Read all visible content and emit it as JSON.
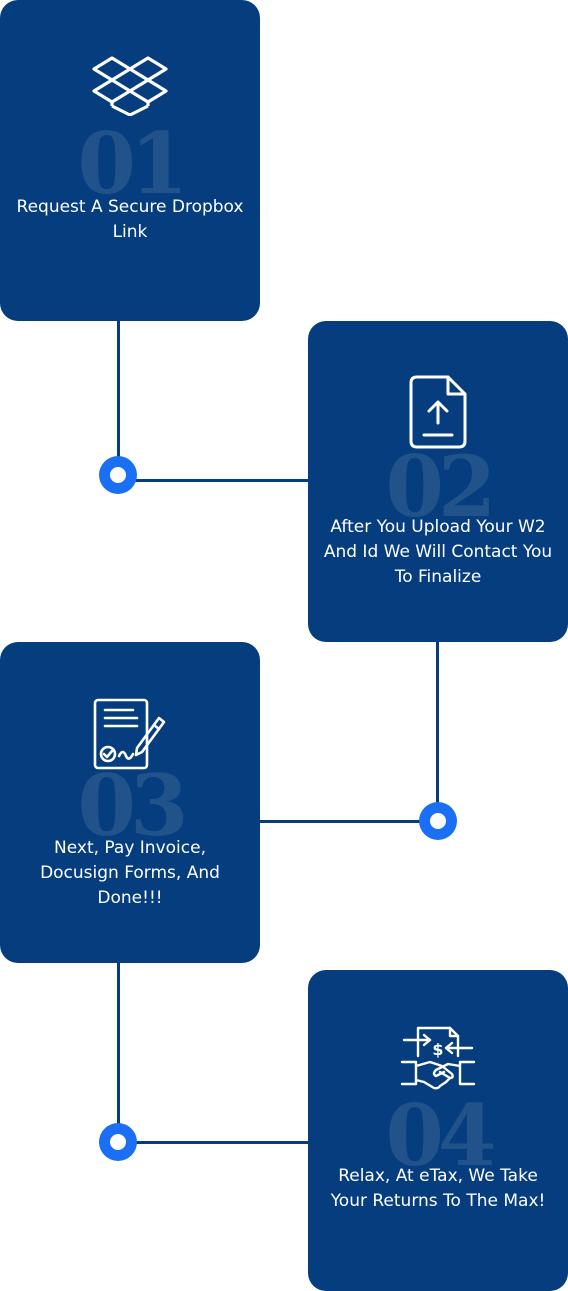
{
  "colors": {
    "card_bg": "#053d7f",
    "connector": "#053d7f",
    "dot": "#1b6ff5",
    "number_watermark": "#2b5a8e",
    "text": "#ffffff"
  },
  "steps": [
    {
      "number": "01",
      "icon": "dropbox-icon",
      "text": "Request A Secure Dropbox Link"
    },
    {
      "number": "02",
      "icon": "file-upload-icon",
      "text": "After You Upload Your W2 And Id We Will Contact You To Finalize"
    },
    {
      "number": "03",
      "icon": "document-sign-icon",
      "text": "Next, Pay Invoice, Docusign Forms, And Done!!!"
    },
    {
      "number": "04",
      "icon": "handshake-money-icon",
      "text": "Relax, At eTax, We Take Your Returns To The Max!"
    }
  ]
}
